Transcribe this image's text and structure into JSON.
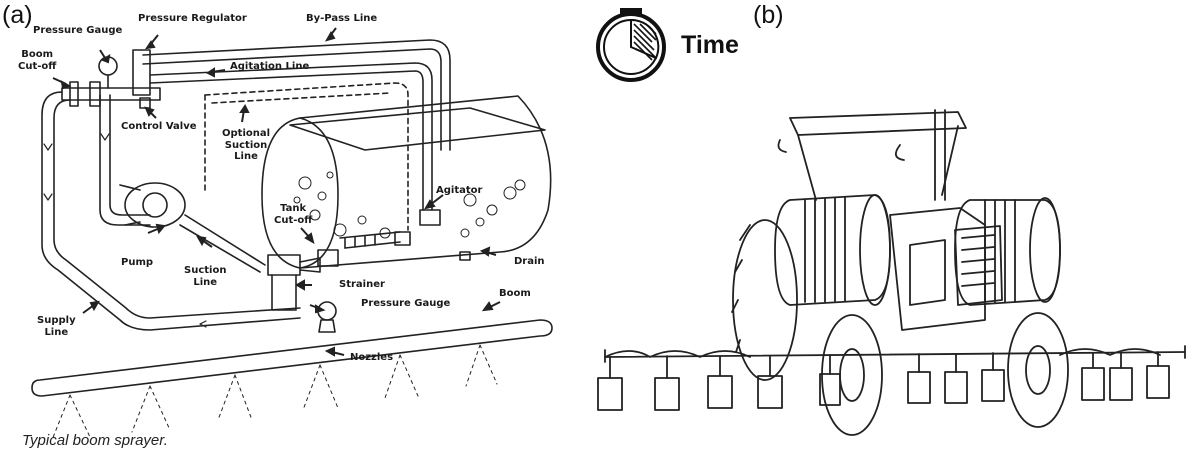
{
  "panel_a": {
    "panel_label": "(a)",
    "caption": "Typical boom sprayer.",
    "labels": {
      "pressure_gauge_top": "Pressure Gauge",
      "pressure_regulator": "Pressure Regulator",
      "bypass_line": "By-Pass Line",
      "boom_cutoff": "Boom\nCut-off",
      "agitation_line": "Agitation Line",
      "control_valve": "Control Valve",
      "optional_suction_line": "Optional\nSuction\nLine",
      "agitator": "Agitator",
      "tank_cutoff": "Tank\nCut-off",
      "pump": "Pump",
      "suction_line": "Suction\nLine",
      "drain": "Drain",
      "strainer": "Strainer",
      "pressure_gauge_bottom": "Pressure Gauge",
      "boom": "Boom",
      "supply_line": "Supply\nLine",
      "nozzles": "Nozzles"
    }
  },
  "panel_b": {
    "panel_label": "(b)",
    "time_label": "Time"
  }
}
